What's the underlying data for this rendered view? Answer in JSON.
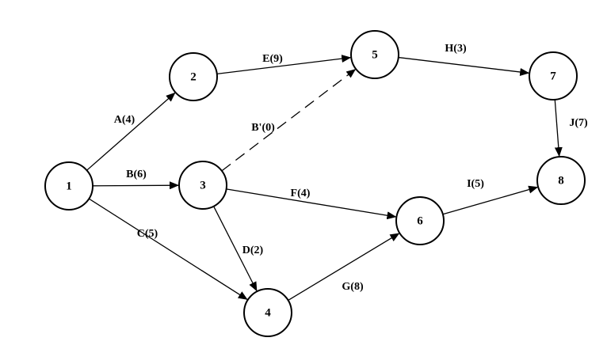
{
  "nodes": [
    {
      "id": "1",
      "label": "1"
    },
    {
      "id": "2",
      "label": "2"
    },
    {
      "id": "3",
      "label": "3"
    },
    {
      "id": "4",
      "label": "4"
    },
    {
      "id": "5",
      "label": "5"
    },
    {
      "id": "6",
      "label": "6"
    },
    {
      "id": "7",
      "label": "7"
    },
    {
      "id": "8",
      "label": "8"
    }
  ],
  "edges": [
    {
      "id": "A",
      "label": "A(4)",
      "from": "1",
      "to": "2",
      "dashed": false
    },
    {
      "id": "B",
      "label": "B(6)",
      "from": "1",
      "to": "3",
      "dashed": false
    },
    {
      "id": "C",
      "label": "C(5)",
      "from": "1",
      "to": "4",
      "dashed": false
    },
    {
      "id": "E",
      "label": "E(9)",
      "from": "2",
      "to": "5",
      "dashed": false
    },
    {
      "id": "B-prime",
      "label": "B'(0)",
      "from": "3",
      "to": "5",
      "dashed": true
    },
    {
      "id": "F",
      "label": "F(4)",
      "from": "3",
      "to": "6",
      "dashed": false
    },
    {
      "id": "D",
      "label": "D(2)",
      "from": "3",
      "to": "4",
      "dashed": false
    },
    {
      "id": "G",
      "label": "G(8)",
      "from": "4",
      "to": "6",
      "dashed": false
    },
    {
      "id": "H",
      "label": "H(3)",
      "from": "5",
      "to": "7",
      "dashed": false
    },
    {
      "id": "I",
      "label": "I(5)",
      "from": "6",
      "to": "8",
      "dashed": false
    },
    {
      "id": "J",
      "label": "J(7)",
      "from": "7",
      "to": "8",
      "dashed": false
    }
  ]
}
